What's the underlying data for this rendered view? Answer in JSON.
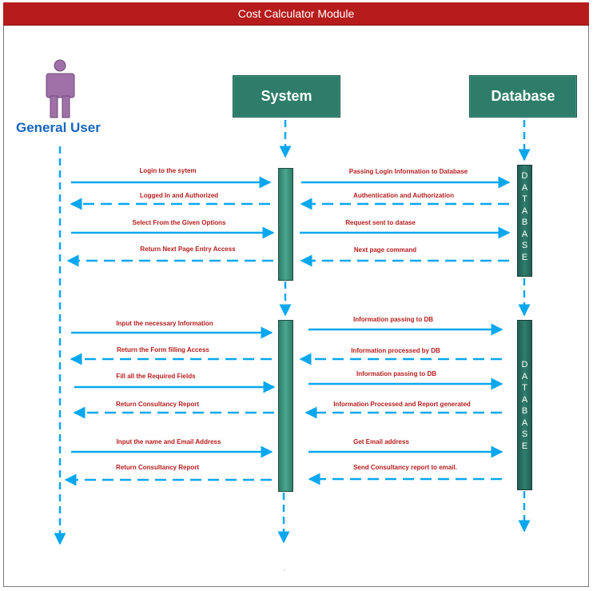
{
  "title": "Cost Calculator Module",
  "actor": {
    "label": "General User",
    "icon": "user-icon"
  },
  "lifelines": {
    "system": "System",
    "database": "Database"
  },
  "database_bar_text": [
    "DATABASE",
    "DATABASE"
  ],
  "footer_mark": ".",
  "colors": {
    "title_bar": "#b71c1c",
    "actor_label": "#1565c0",
    "lifeline_box": "#2e7d6b",
    "arrow": "#0aa7ee",
    "message_text": "#b71c1c",
    "actor_figure": "#a070a8"
  },
  "messages": [
    {
      "label": "Login to the sytem",
      "from": "user",
      "to": "system",
      "style": "solid"
    },
    {
      "label": "Logged In and Authorized",
      "from": "system",
      "to": "user",
      "style": "dashed"
    },
    {
      "label": "Select From the Given Options",
      "from": "user",
      "to": "system",
      "style": "solid"
    },
    {
      "label": "Return Next Page Entry Access",
      "from": "system",
      "to": "user",
      "style": "dashed"
    },
    {
      "label": "Passing Login Information to Database",
      "from": "system",
      "to": "database",
      "style": "solid"
    },
    {
      "label": "Authentication and Authorization",
      "from": "database",
      "to": "system",
      "style": "dashed"
    },
    {
      "label": "Request sent to datase",
      "from": "system",
      "to": "database",
      "style": "solid"
    },
    {
      "label": "Next page command",
      "from": "database",
      "to": "system",
      "style": "dashed"
    },
    {
      "label": "Input the necessary Information",
      "from": "user",
      "to": "system",
      "style": "solid"
    },
    {
      "label": "Return the Form filling Access",
      "from": "system",
      "to": "user",
      "style": "dashed"
    },
    {
      "label": "Fill all the Required Fields",
      "from": "user",
      "to": "system",
      "style": "solid"
    },
    {
      "label": "Return Consultancy Report",
      "from": "system",
      "to": "user",
      "style": "dashed"
    },
    {
      "label": "Input the name and Email Address",
      "from": "user",
      "to": "system",
      "style": "solid"
    },
    {
      "label": "Return Consultancy Report",
      "from": "system",
      "to": "user",
      "style": "dashed"
    },
    {
      "label": "Information passing to DB",
      "from": "system",
      "to": "database",
      "style": "solid"
    },
    {
      "label": "Information processed by DB",
      "from": "database",
      "to": "system",
      "style": "dashed"
    },
    {
      "label": "Information passing to DB",
      "from": "system",
      "to": "database",
      "style": "solid"
    },
    {
      "label": "Information Processed and Report generated",
      "from": "database",
      "to": "system",
      "style": "dashed"
    },
    {
      "label": "Get Email address",
      "from": "system",
      "to": "database",
      "style": "solid"
    },
    {
      "label": "Send Consultancy report to email.",
      "from": "database",
      "to": "system",
      "style": "dashed"
    }
  ]
}
